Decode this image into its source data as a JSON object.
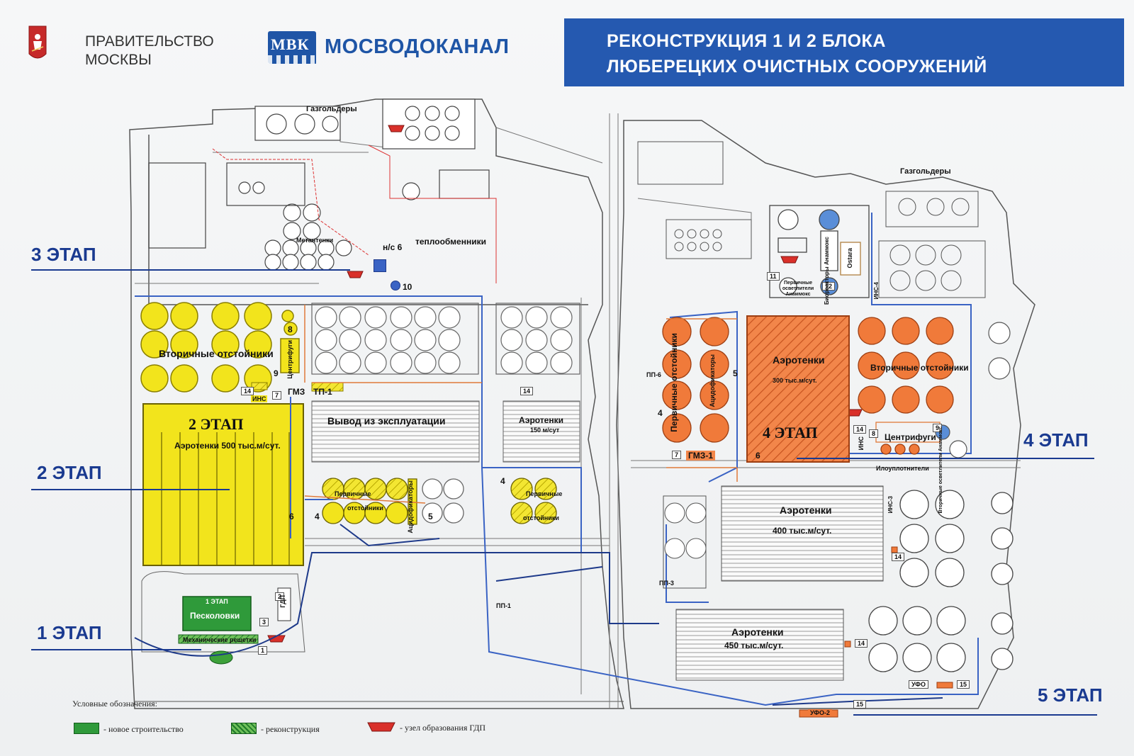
{
  "header": {
    "org_line1": "ПРАВИТЕЛЬСТВО",
    "org_line2": "МОСКВЫ",
    "mvk_logo_text": "МВК",
    "company": "МОСВОДОКАНАЛ",
    "title_line1": "РЕКОНСТРУКЦИЯ 1 И 2 БЛОКА",
    "title_line2": "ЛЮБЕРЕЦКИХ ОЧИСТНЫХ СООРУЖЕНИЙ"
  },
  "stages": {
    "s1": "1 ЭТАП",
    "s2": "2 ЭТАП",
    "s3": "3 ЭТАП",
    "s4": "4 ЭТАП",
    "s5": "5 ЭТАП"
  },
  "labels": {
    "gasholders_left": "Газгольдеры",
    "gasholders_right": "Газгольдеры",
    "metatanki": "Метантенки",
    "ns6": "н/с 6",
    "heat_exchangers": "теплообменники",
    "num10": "10",
    "secondary_left": "Вторичные отстойники",
    "centrifuges_left": "Центрифуги",
    "num8_left": "8",
    "num9_left": "9",
    "num14_a": "14",
    "ins_left": "ИНС",
    "num7_left": "7",
    "gmz": "ГМЗ",
    "tp1": "ТП-1",
    "stage2_in_block": "2 ЭТАП",
    "aero500": "Аэротенки 500 тыс.м/сут.",
    "num6_left": "6",
    "decommission": "Вывод из эксплуатации",
    "num14_b": "14",
    "aero150": "Аэротенки",
    "aero150_cap": "150 м/сут",
    "primary_a": "Первичные",
    "primary_a2": "отстойники",
    "acid_a": "Ацидофикаторы",
    "num4_a": "4",
    "num5_a": "5",
    "num4_b": "4",
    "primary_b": "Первичные",
    "primary_b2": "отстойники",
    "stage1_in_block": "1 ЭТАП",
    "peskolovki": "Песколовки",
    "mech_grates": "Механические решетки",
    "num2": "2",
    "gdp": "ГДП",
    "num3": "3",
    "num1": "1",
    "pp1": "ПП-1",
    "pp6": "ПП-6",
    "pp3": "ПП-3",
    "primary_right": "Первичные отстойники",
    "acid_right": "Ацидофикаторы",
    "num4_r": "4",
    "num5_r": "5",
    "num7_r": "7",
    "gmz1": "ГМЗ-1",
    "aero300": "Аэротенки",
    "aero300_cap": "300 тыс.м/сут.",
    "stage4_in_block": "4 ЭТАП",
    "num6_r": "6",
    "secondary_right": "Вторичные отстойники",
    "num14_r": "14",
    "ins_r": "ИНС",
    "num8_r": "8",
    "centrifuges_r": "Центрифуги",
    "num9_r": "9",
    "sec_clar_anammox": "Вторичные осветлители Анаммокс",
    "sludge_thickeners": "Илоуплотнители",
    "num11": "11",
    "num12": "12",
    "prim_clar_anammox": "Первичные осветлители Анаммокс",
    "bioreactors": "Биореакторы Анаммокс",
    "ostara": "Ostara",
    "ins_c": "ИНС-4",
    "aero400": "Аэротенки",
    "aero400_cap": "400 тыс.м/сут.",
    "ins_d": "ИНС-3",
    "num14_c": "14",
    "aero450": "Аэротенки",
    "aero450_cap": "450 тыс.м/сут.",
    "num14_d": "14",
    "ufo": "УФО",
    "num15_a": "15",
    "num15_b": "15",
    "ufo2": "УФО-2"
  },
  "legend": {
    "title": "Условные обозначения:",
    "new_construction": "- новое строительство",
    "reconstruction": "- реконструкция",
    "gdp_node": "- узел образования ГДП"
  },
  "colors": {
    "banner_blue": "#2559b0",
    "stage_blue": "#1a3a90",
    "yellow": "#f2e41c",
    "orange": "#f07a3a",
    "green": "#2f9a3a",
    "red": "#d9302a"
  }
}
